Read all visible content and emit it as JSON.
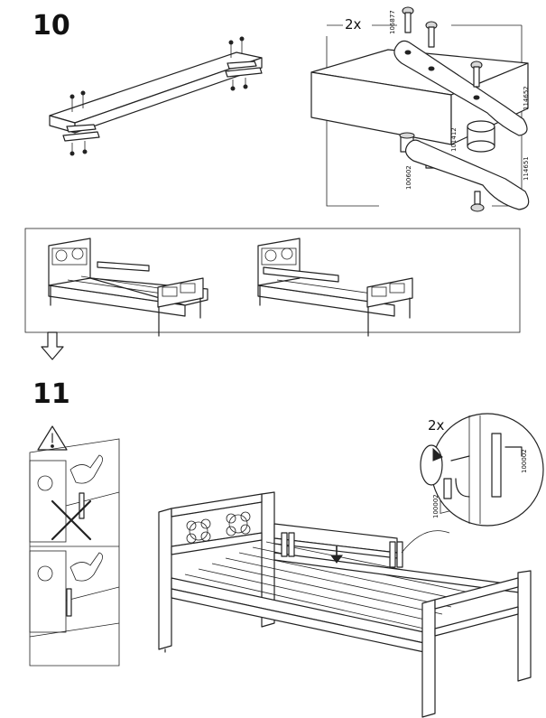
{
  "steps": {
    "step10": {
      "number": "10"
    },
    "step11": {
      "number": "11"
    }
  },
  "callouts": {
    "detail_qty_top": "2x",
    "detail_qty_bottom": "2x"
  },
  "part_numbers": {
    "screw": "106877",
    "plate": "101412",
    "barrel_nut": "100602",
    "bracket_top": "114652",
    "bracket_bottom": "114651",
    "allen_key_a": "100002",
    "allen_key_b": "100002"
  },
  "icons": {
    "warning": "warning-triangle-icon",
    "down_arrow": "hollow-down-arrow-icon",
    "prohibited": "cross-out-icon"
  }
}
